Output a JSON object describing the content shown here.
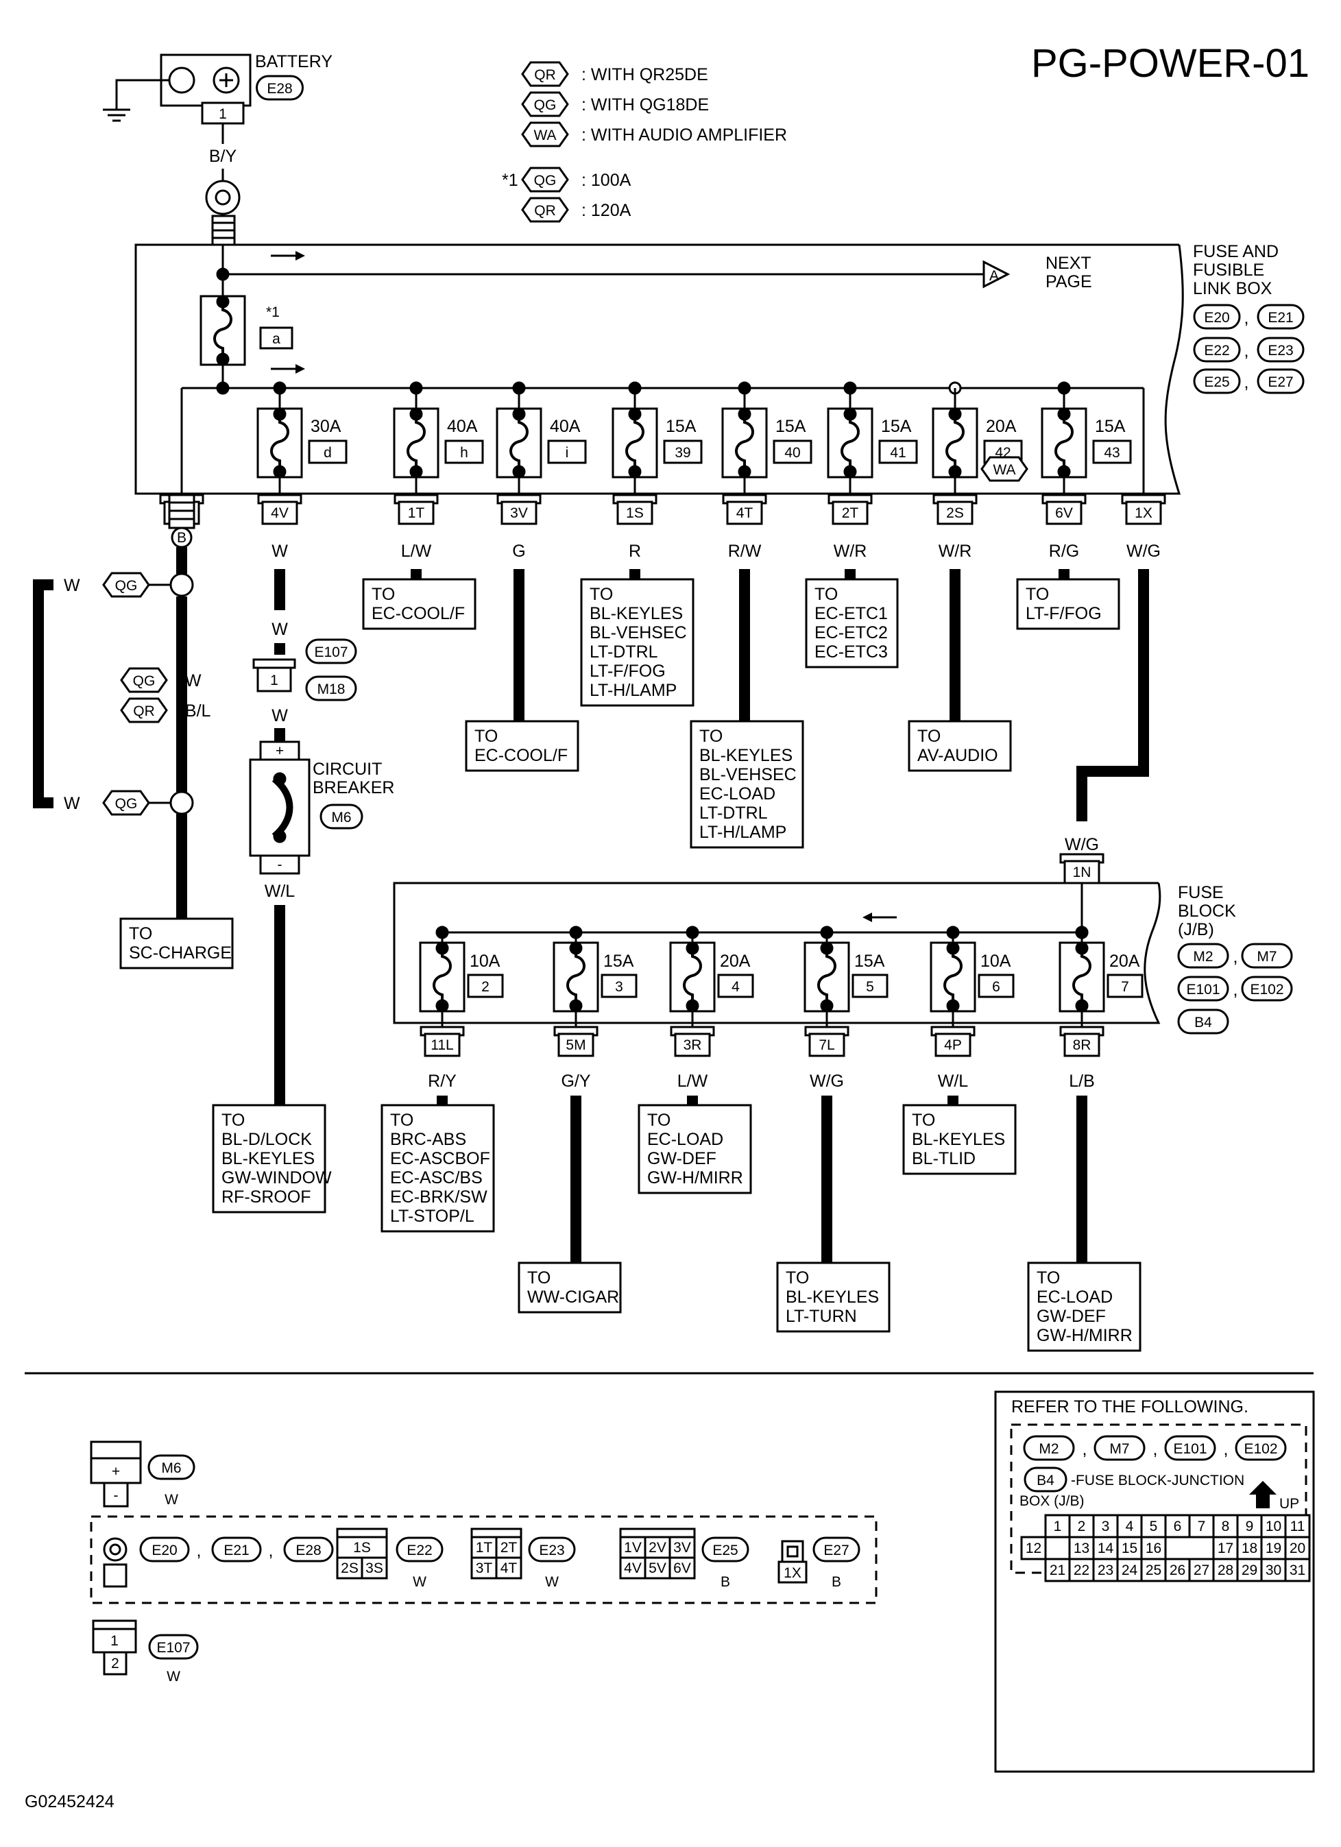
{
  "title": "PG-POWER-01",
  "image_code": "G02452424",
  "battery": {
    "label": "BATTERY",
    "connector": "E28",
    "pin": "1",
    "wire": "B/Y"
  },
  "legend": [
    {
      "tag": "QR",
      "text": ": WITH QR25DE"
    },
    {
      "tag": "QG",
      "text": ": WITH QG18DE"
    },
    {
      "tag": "WA",
      "text": ": WITH AUDIO AMPLIFIER"
    }
  ],
  "note_rows": [
    {
      "prefix": "*1",
      "tag": "QG",
      "text": ": 100A"
    },
    {
      "prefix": "",
      "tag": "QR",
      "text": ": 120A"
    }
  ],
  "fuse_link_box": {
    "label_lines": [
      "FUSE AND",
      "FUSIBLE",
      "LINK BOX"
    ],
    "connectors": [
      "E20",
      "E21",
      "E22",
      "E23",
      "E25",
      "E27"
    ],
    "next_page": {
      "symbol": "A",
      "lines": [
        "NEXT",
        "PAGE"
      ]
    },
    "main_link": {
      "note": "*1",
      "id": "a"
    },
    "fuses": [
      {
        "amp": "30A",
        "id": "d",
        "conn": "4V",
        "wire": "W"
      },
      {
        "amp": "40A",
        "id": "h",
        "conn": "1T",
        "wire": "L/W",
        "to": [
          "TO",
          "EC-COOL/F"
        ]
      },
      {
        "amp": "40A",
        "id": "i",
        "conn": "3V",
        "wire": "G",
        "to": [
          "TO",
          "EC-COOL/F"
        ]
      },
      {
        "amp": "15A",
        "id": "39",
        "conn": "1S",
        "wire": "R",
        "to": [
          "TO",
          "BL-KEYLES",
          "BL-VEHSEC",
          "LT-DTRL",
          "LT-F/FOG",
          "LT-H/LAMP"
        ]
      },
      {
        "amp": "15A",
        "id": "40",
        "conn": "4T",
        "wire": "R/W",
        "to": [
          "TO",
          "BL-KEYLES",
          "BL-VEHSEC",
          "EC-LOAD",
          "LT-DTRL",
          "LT-H/LAMP"
        ]
      },
      {
        "amp": "15A",
        "id": "41",
        "conn": "2T",
        "wire": "W/R",
        "to": [
          "TO",
          "EC-ETC1",
          "EC-ETC2",
          "EC-ETC3"
        ]
      },
      {
        "amp": "20A",
        "id": "42",
        "tag": "WA",
        "conn": "2S",
        "wire": "W/R",
        "to": [
          "TO",
          "AV-AUDIO"
        ]
      },
      {
        "amp": "15A",
        "id": "43",
        "conn": "6V",
        "wire": "R/G",
        "to": [
          "TO",
          "LT-F/FOG"
        ]
      }
    ],
    "output": {
      "conn": "1X",
      "wire": "W/G"
    }
  },
  "charge_circuit": {
    "conn": "B",
    "tag_top": "QG",
    "tag_bottom": "QG",
    "wire_label": "W",
    "options": [
      {
        "tag": "QG",
        "text": ": W"
      },
      {
        "tag": "QR",
        "text": ": B/L"
      }
    ],
    "to": [
      "TO",
      "SC-CHARGE"
    ]
  },
  "breaker_circuit": {
    "wire_1": "W",
    "wire_2": "W",
    "wire_3": "W",
    "conn_pin": "1",
    "conn_a": "E107",
    "conn_b": "M18",
    "breaker_label": [
      "CIRCUIT",
      "BREAKER"
    ],
    "breaker_conn": "M6",
    "plus": "+",
    "minus": "-",
    "out_wire": "W/L",
    "to": [
      "TO",
      "BL-D/LOCK",
      "BL-KEYLES",
      "GW-WINDOW",
      "RF-SROOF"
    ]
  },
  "fuse_block": {
    "label_lines": [
      "FUSE",
      "BLOCK",
      "(J/B)"
    ],
    "connectors": [
      "M2",
      "M7",
      "E101",
      "E102",
      "B4"
    ],
    "input_wire": "W/G",
    "input_conn": "1N",
    "fuses": [
      {
        "amp": "10A",
        "id": "2",
        "conn": "11L",
        "wire": "R/Y",
        "to": [
          "TO",
          "BRC-ABS",
          "EC-ASCBOF",
          "EC-ASC/BS",
          "EC-BRK/SW",
          "LT-STOP/L"
        ]
      },
      {
        "amp": "15A",
        "id": "3",
        "conn": "5M",
        "wire": "G/Y",
        "to": [
          "TO",
          "WW-CIGAR"
        ]
      },
      {
        "amp": "20A",
        "id": "4",
        "conn": "3R",
        "wire": "L/W",
        "to": [
          "TO",
          "EC-LOAD",
          "GW-DEF",
          "GW-H/MIRR"
        ]
      },
      {
        "amp": "15A",
        "id": "5",
        "conn": "7L",
        "wire": "W/G",
        "to": [
          "TO",
          "BL-KEYLES",
          "LT-TURN"
        ]
      },
      {
        "amp": "10A",
        "id": "6",
        "conn": "4P",
        "wire": "W/L",
        "to": [
          "TO",
          "BL-KEYLES",
          "BL-TLID"
        ]
      },
      {
        "amp": "20A",
        "id": "7",
        "conn": "8R",
        "wire": "L/B",
        "to": [
          "TO",
          "EC-LOAD",
          "GW-DEF",
          "GW-H/MIRR"
        ]
      }
    ]
  },
  "connector_refs": {
    "m6": {
      "id": "M6",
      "color": "W",
      "pins": [
        "+",
        "-"
      ]
    },
    "group_ids": [
      "E20",
      "E21",
      "E28"
    ],
    "e22": {
      "id": "E22",
      "color": "W",
      "pins": [
        "1S",
        "2S",
        "3S"
      ]
    },
    "e23": {
      "id": "E23",
      "color": "W",
      "pins": [
        "1T",
        "2T",
        "3T",
        "4T"
      ]
    },
    "e25": {
      "id": "E25",
      "color": "B",
      "pins": [
        "1V",
        "2V",
        "3V",
        "4V",
        "5V",
        "6V"
      ]
    },
    "e27": {
      "id": "E27",
      "color": "B",
      "pins": [
        "1X"
      ]
    },
    "e107": {
      "id": "E107",
      "color": "W",
      "pins": [
        "1",
        "2"
      ]
    }
  },
  "refer_panel": {
    "title": "REFER TO THE FOLLOWING.",
    "connectors": [
      "M2",
      "M7",
      "E101",
      "E102"
    ],
    "b4": "B4",
    "desc_1": "-FUSE BLOCK-JUNCTION",
    "desc_2": "BOX (J/B)",
    "up": "UP",
    "grid_rows": [
      [
        "",
        "1",
        "2",
        "3",
        "4",
        "5",
        "6",
        "7",
        "8",
        "9",
        "10",
        "11"
      ],
      [
        "12",
        "",
        "13",
        "14",
        "15",
        "16",
        "",
        "",
        "17",
        "18",
        "19",
        "20"
      ],
      [
        "",
        "21",
        "22",
        "23",
        "24",
        "25",
        "26",
        "27",
        "28",
        "29",
        "30",
        "31"
      ]
    ]
  }
}
